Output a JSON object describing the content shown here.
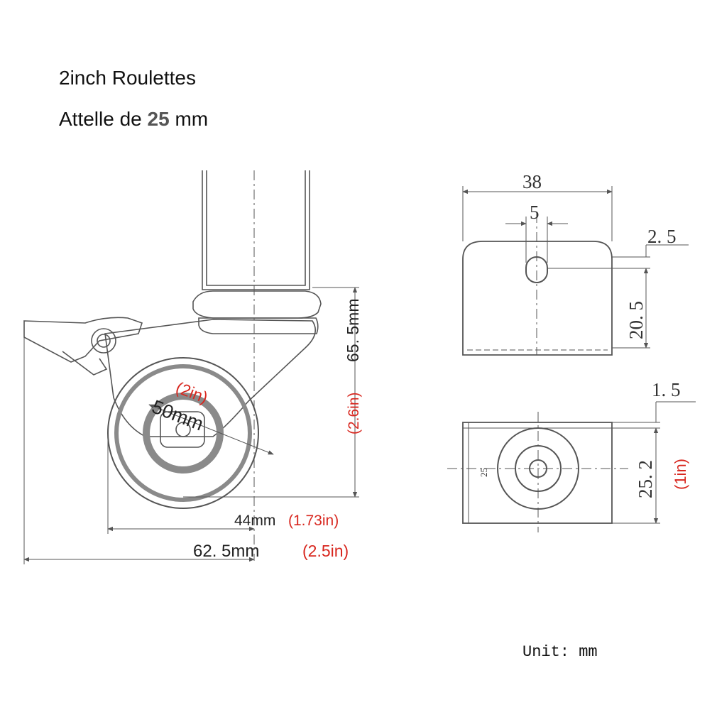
{
  "header": {
    "title": "2inch Roulettes",
    "subtitle_prefix": "Attelle de ",
    "subtitle_value": "25",
    "subtitle_suffix": " mm"
  },
  "caster_view": {
    "height_mm": "65. 5mm",
    "height_in": "(2.6in)",
    "wheel_in": "(2in)",
    "wheel_mm": "50mm",
    "width_mm": "44mm",
    "width_in": "(1.73in)",
    "length_mm": "62. 5mm",
    "length_in": "(2.5in)"
  },
  "top_plate_view": {
    "width": "38",
    "slot_width": "5",
    "offset": "2. 5",
    "height": "20. 5"
  },
  "bottom_plate_view": {
    "thickness": "1. 5",
    "depth": "25. 2",
    "depth_in": "(1in)",
    "center_label": "25"
  },
  "footer": {
    "unit": "Unit: mm"
  },
  "colors": {
    "line": "#555555",
    "dim_red": "#d8271f",
    "wheel_gray": "#8a8a8a"
  }
}
